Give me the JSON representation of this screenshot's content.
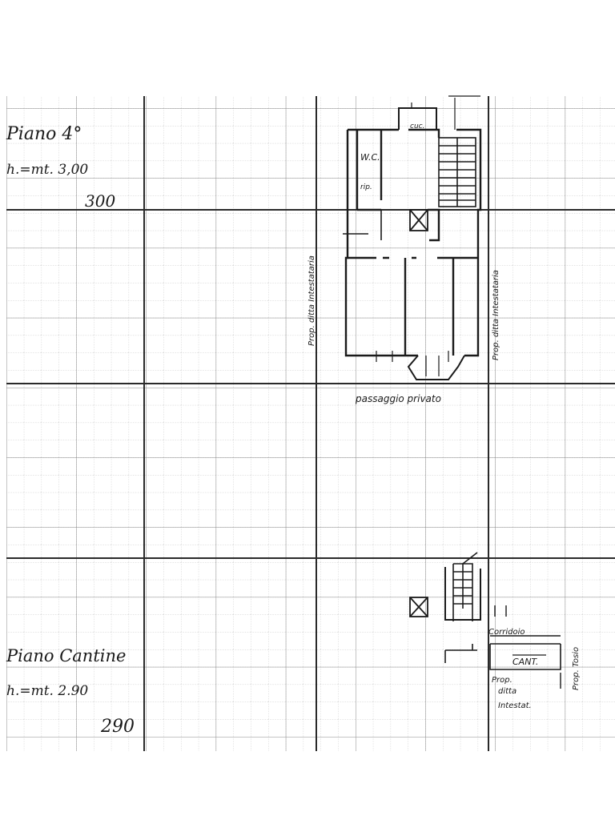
{
  "sheet": {
    "ink_color": "#1a1a1a",
    "grid_color": "#9a9a9a",
    "paper_color": "#ffffff"
  },
  "floor_4": {
    "title": "Piano 4°",
    "height_label": "h.=mt. 3,00",
    "height_scribble": "300",
    "room_labels": {
      "wc": "W.C.",
      "rip": "rip.",
      "cuc": "cuc."
    },
    "left_border_label": "Prop. ditta Intestataria",
    "right_border_label": "Prop. ditta Intestataria",
    "bottom_label": "passaggio privato"
  },
  "cellar_floor": {
    "title": "Piano Cantine",
    "height_label": "h.=mt. 2.90",
    "height_scribble": "290",
    "corridor_label": "Corridoio",
    "cellar_label": "CANT.",
    "owner_label_line1": "Prop.",
    "owner_label_line2": "ditta",
    "owner_label_line3": "Intestat.",
    "right_label": "Prop. Tosio"
  }
}
